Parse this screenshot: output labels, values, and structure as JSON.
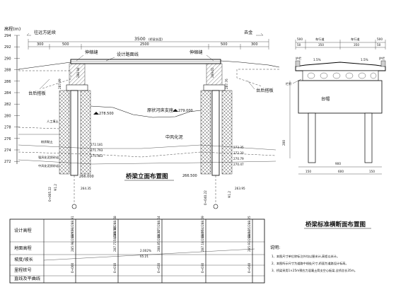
{
  "elevation_axis": {
    "header": "高程(m)",
    "ticks": [
      "294",
      "292",
      "290",
      "288",
      "286",
      "284",
      "282",
      "280",
      "278",
      "276",
      "274",
      "272"
    ]
  },
  "elevation_view": {
    "title": "桥梁立面布置图",
    "left_direction": "往远方延续",
    "right_direction": "去金",
    "total_length": "3500",
    "total_length_note": "(桥梁长度)",
    "dims_top": [
      "300",
      "500",
      "2500",
      "500",
      "300"
    ],
    "callouts": {
      "left_joint": "伸缩缝",
      "deck": "设计路面线",
      "right_joint": "伸缩缝",
      "left_abutment": "台后搭板",
      "right_abutment": "台后搭板",
      "river_bed": "原状河床支座",
      "clay_layer": "中风化泥",
      "left_note1": "人工填土",
      "left_note2": "粉质黏土",
      "left_note3": "强风化泥质砂岩",
      "left_note4": "中风化泥质砂岩"
    },
    "levels": {
      "left_water": "278.500",
      "right_water": "279.000",
      "left_pile_tip": "266.000",
      "right_pile_tip": "266.500",
      "left_base": "264.35",
      "right_base": "263.95",
      "left_l1": "272.181",
      "left_l2": "271.793",
      "left_l3": "270.983",
      "right_l1": "273.35",
      "right_l2": "272.20",
      "right_l3": "270.79",
      "right_l4": "270.47",
      "left_cap": "287.99",
      "right_cap": "287.76",
      "left_side_cap": "288.94",
      "right_side_cap": "289.01"
    },
    "pier_tags": {
      "left_pile_id": "0+005.22",
      "right_pile_id": "0+040.22",
      "left_offset": "Ψ1.2",
      "right_offset": "Ψ1.2"
    }
  },
  "cross_section": {
    "title": "桥梁标准横断面布置图",
    "dims_top": [
      "500",
      "车行道",
      "车行道",
      "500"
    ],
    "sub_dims": [
      "50",
      "350",
      "350",
      "50"
    ],
    "slope_left": "1.5%",
    "slope_right": "1.5%",
    "width_total": "900",
    "pile_spacing": [
      "150",
      "600",
      "150"
    ],
    "height_label": "200",
    "railing": "栏杆",
    "cap": "台帽",
    "rail_left": "护栏",
    "rail_right": "护栏"
  },
  "profile_table": {
    "rows": [
      {
        "label": "设计高程",
        "values": [
          "285.98/288.91",
          "286.50/288.68",
          "287.77/288.54",
          "286.54/288.59",
          "286.35/288.25"
        ]
      },
      {
        "label": "地面高程",
        "values": [
          "285.98/288.91",
          "287.7158/288.86",
          "288.85/288.30",
          "287.18/288.29",
          "285.93/288.24"
        ]
      },
      {
        "label": "坡度/坡长",
        "values": [
          "2.002%",
          "65.21"
        ]
      },
      {
        "label": "里程桩号",
        "values": [
          "0+000",
          "0+010",
          "0+020",
          "0+030",
          "0+040"
        ]
      },
      {
        "label": "直线及平曲线",
        "values": []
      }
    ]
  },
  "notes": {
    "header": "说明:",
    "lines": [
      "1、本图尺寸单位除标注外均以厘米计,高程以米计。",
      "2、本图所示尺寸为道路中线处尺寸,桥面为道路设计标高。",
      "3、桥梁采用1×25m预应力混凝土简支空心板梁,全桥总长35m。"
    ]
  }
}
